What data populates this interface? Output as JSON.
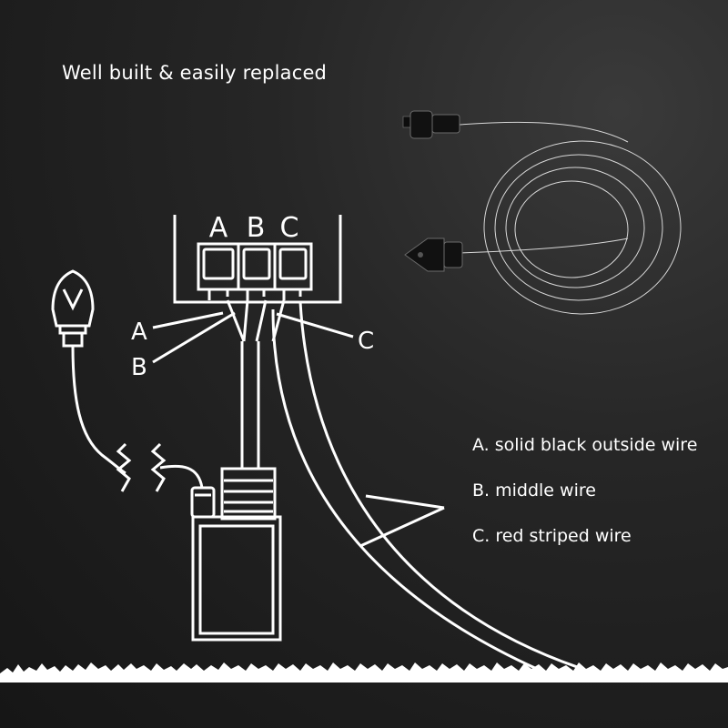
{
  "headline": "Well built & easily replaced",
  "terminal_labels": [
    "A",
    "B",
    "C"
  ],
  "side_labels": {
    "a": "A",
    "b": "B",
    "c": "C"
  },
  "legend": [
    "A. solid black outside wire",
    "B. middle wire",
    "C. red striped wire"
  ],
  "colors": {
    "background": "#1c1c1c",
    "line": "#ffffff",
    "connector": "#0d0d0d"
  },
  "icons": [
    "bulb-socket-icon",
    "coiled-cable-icon",
    "plug-connector-icon",
    "battery-box-icon",
    "grass-icon"
  ]
}
